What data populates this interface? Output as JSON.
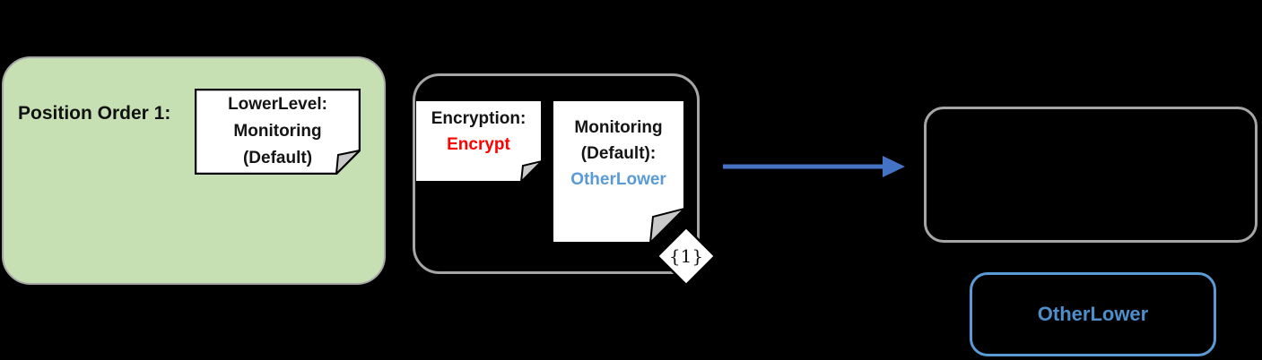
{
  "canvas": {
    "background": "#000000"
  },
  "position_order_group": {
    "label": "Position Order 1:",
    "fill_color": "#c6e0b4",
    "border_color": "#a6a6a6",
    "note": {
      "lines": [
        "LowerLevel:",
        "Monitoring",
        "(Default)"
      ]
    }
  },
  "policy_group": {
    "border_color": "#a6a6a6",
    "encryption_note": {
      "title": "Encryption:",
      "value": "Encrypt",
      "value_color": "#ff0000"
    },
    "monitoring_note": {
      "title_line1": "Monitoring",
      "title_line2": "(Default):",
      "value": "OtherLower",
      "value_color": "#5b9bd5"
    },
    "cardinality_badge": "{1}"
  },
  "arrow": {
    "color": "#4472c4",
    "direction": "right"
  },
  "result_group": {
    "border_color": "#a6a6a6"
  },
  "otherlower_box": {
    "label": "OtherLower",
    "border_color": "#5b9bd5",
    "text_color": "#4e8ecb"
  }
}
